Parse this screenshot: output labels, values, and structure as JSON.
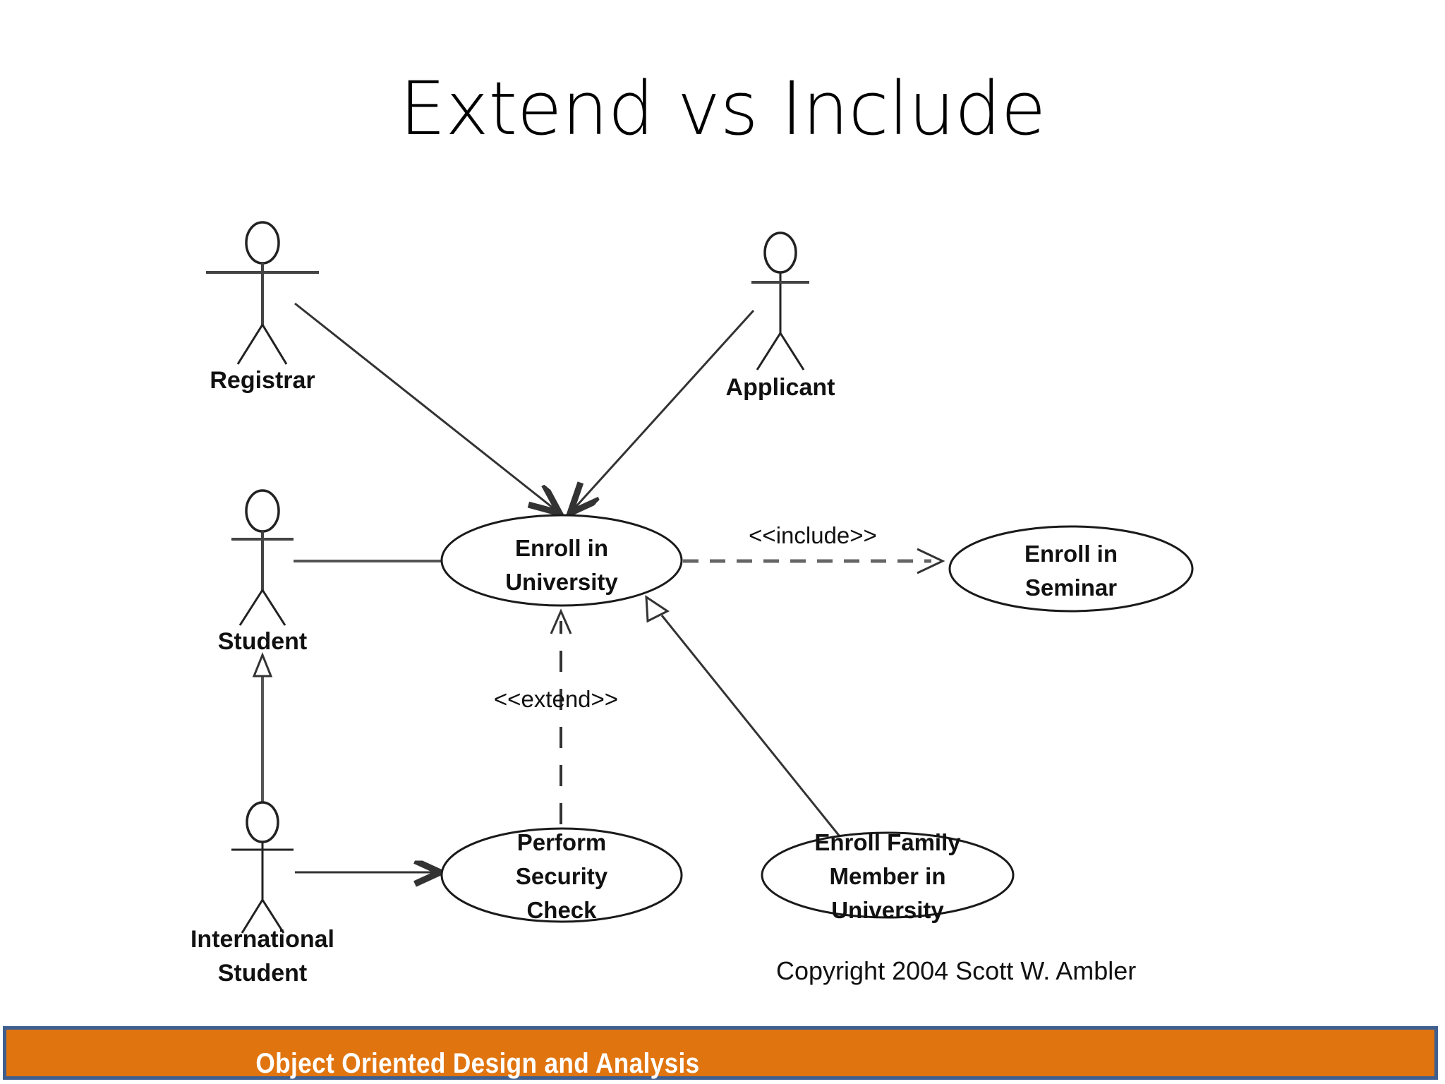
{
  "slide": {
    "title": "Extend vs Include",
    "background_color": "#ffffff"
  },
  "diagram": {
    "kind": "uml-use-case-diagram",
    "copyright": "Copyright 2004 Scott W. Ambler",
    "actors": [
      {
        "id": "registrar",
        "label": "Registrar"
      },
      {
        "id": "applicant",
        "label": "Applicant"
      },
      {
        "id": "student",
        "label": "Student"
      },
      {
        "id": "international-student",
        "label_line1": "International",
        "label_line2": "Student"
      }
    ],
    "use_cases": [
      {
        "id": "enroll-in-university",
        "line1": "Enroll in",
        "line2": "University"
      },
      {
        "id": "enroll-in-seminar",
        "line1": "Enroll in",
        "line2": "Seminar"
      },
      {
        "id": "perform-security-check",
        "line1": "Perform",
        "line2": "Security",
        "line3": "Check"
      },
      {
        "id": "enroll-family-member",
        "line1": "Enroll Family",
        "line2": "Member in",
        "line3": "University"
      }
    ],
    "stereotypes": {
      "include": "<<include>>",
      "extend": "<<extend>>"
    },
    "relationships": [
      {
        "from": "registrar",
        "to": "enroll-in-university",
        "type": "association"
      },
      {
        "from": "applicant",
        "to": "enroll-in-university",
        "type": "association"
      },
      {
        "from": "student",
        "to": "enroll-in-university",
        "type": "association"
      },
      {
        "from": "international-student",
        "to": "perform-security-check",
        "type": "association"
      },
      {
        "from": "international-student",
        "to": "student",
        "type": "generalization"
      },
      {
        "from": "enroll-in-university",
        "to": "enroll-in-seminar",
        "type": "include",
        "label": "<<include>>"
      },
      {
        "from": "perform-security-check",
        "to": "enroll-in-university",
        "type": "extend",
        "label": "<<extend>>"
      },
      {
        "from": "enroll-family-member",
        "to": "enroll-in-university",
        "type": "generalization"
      }
    ]
  },
  "footer": {
    "text": "Object Oriented Design and Analysis",
    "bar_color": "#E0740F",
    "border_color": "#3F5F8F",
    "text_color": "#ffffff"
  }
}
